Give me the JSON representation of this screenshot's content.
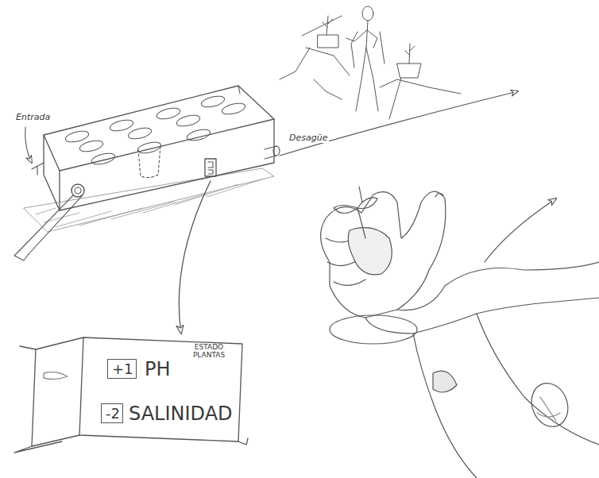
{
  "diagram": {
    "nodes": [
      {
        "text": [
          "ESTADO PLANTAS"
        ]
      },
      {
        "text": [
          "+1"
        ],
        "in": 0
      },
      {
        "text": [
          "-2"
        ],
        "in": 0
      }
    ],
    "labels": [
      "Entrada",
      "Desagüe",
      "PH",
      "SALINIDAD"
    ]
  }
}
